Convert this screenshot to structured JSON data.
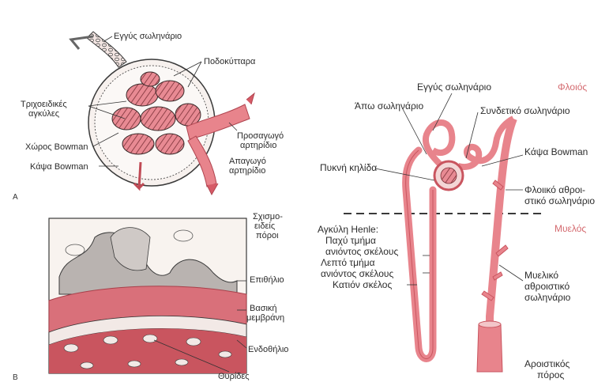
{
  "colors": {
    "tissue": "#e8848c",
    "tissue_dark": "#c9555f",
    "line": "#3a3a3a",
    "background_left": "#f6f4f1",
    "zone_label": "#d46a6f"
  },
  "panel_a": {
    "letter": "A",
    "labels": {
      "proximal_tubule": "Εγγύς σωληνάριο",
      "podocytes": "Ποδοκύτταρα",
      "capillary_loops_1": "Τριχοειδικές",
      "capillary_loops_2": "αγκύλες",
      "bowman_space": "Χώρος Bowman",
      "bowman_capsule": "Κάψα Bowman",
      "afferent_1": "Προσαγωγό",
      "afferent_2": "αρτηρίδιο",
      "efferent_1": "Απαγωγό",
      "efferent_2": "αρτηρίδιο"
    }
  },
  "panel_b": {
    "letter": "B",
    "labels": {
      "slit_pores_1": "Σχισμο-",
      "slit_pores_2": "ειδείς",
      "slit_pores_3": "πόροι",
      "epithelium": "Επιθήλιο",
      "basement_1": "Βασική",
      "basement_2": "μεμβράνη",
      "endothelium": "Ενδοθήλιο",
      "fenestrae": "Θυρίδες"
    }
  },
  "panel_c": {
    "zone_cortex": "Φλοιός",
    "zone_medulla": "Μυελός",
    "labels": {
      "proximal_tubule": "Εγγύς σωληνάριο",
      "distal_tubule": "Άπω σωληνάριο",
      "connecting_tubule": "Συνδετικό σωληνάριο",
      "bowman_capsule": "Κάψα Bowman",
      "macula_densa": "Πυκνή κηλίδα",
      "cortical_collecting_1": "Φλοιικό αθροι-",
      "cortical_collecting_2": "στικό σωληνάριο",
      "henle_title": "Αγκύλη Henle:",
      "thick_asc_1": "Παχύ τμήμα",
      "thick_asc_2": "ανιόντος σκέλους",
      "thin_asc_1": "Λεπτό τμήμα",
      "thin_asc_2": "ανιόντος σκέλους",
      "descending": "Κατιόν σκέλος",
      "medullary_collecting_1": "Μυελικό",
      "medullary_collecting_2": "αθροιστικό",
      "medullary_collecting_3": "σωληνάριο",
      "duct_1": "Αροιστικός",
      "duct_2": "πόρος"
    }
  }
}
